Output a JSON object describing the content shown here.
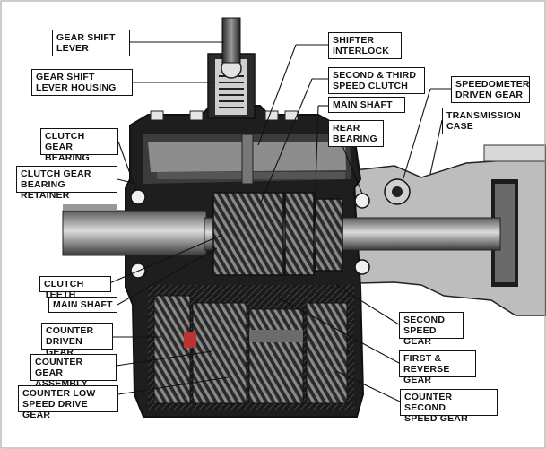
{
  "diagram": {
    "labels": {
      "gear_shift_lever": "GEAR SHIFT\nLEVER",
      "gear_shift_lever_housing": "GEAR SHIFT\nLEVER HOUSING",
      "clutch_gear_bearing": "CLUTCH GEAR\nBEARING",
      "clutch_gear_bearing_retainer": "CLUTCH GEAR\nBEARING RETAINER",
      "clutch_teeth": "CLUTCH TEETH",
      "main_shaft_left": "MAIN SHAFT",
      "counter_driven_gear": "COUNTER\nDRIVEN GEAR",
      "counter_gear_assembly": "COUNTER GEAR\nASSEMBLY",
      "counter_low_speed_drive_gear": "COUNTER LOW\nSPEED DRIVE GEAR",
      "shifter_interlock": "SHIFTER\nINTERLOCK",
      "second_third_speed_clutch": "SECOND & THIRD\nSPEED CLUTCH",
      "main_shaft_top": "MAIN SHAFT",
      "rear_bearing": "REAR\nBEARING",
      "speedometer_driven_gear": "SPEEDOMETER\nDRIVEN GEAR",
      "transmission_case": "TRANSMISSION\nCASE",
      "second_speed_gear": "SECOND\nSPEED GEAR",
      "first_reverse_gear": "FIRST &\nREVERSE GEAR",
      "counter_second_speed_gear": "COUNTER SECOND\nSPEED GEAR"
    }
  }
}
